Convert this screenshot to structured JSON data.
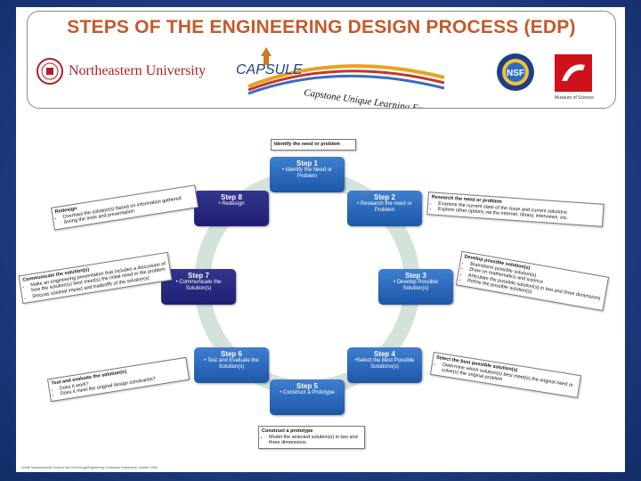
{
  "banner": {
    "title": "STEPS OF THE ENGINEERING DESIGN PROCESS (EDP)",
    "university": "Northeastern University",
    "capsule_name": "CAPSULE",
    "capsule_tagline": "Capstone Unique Learning Experience",
    "nsf_label": "NSF",
    "museum_label": "Museum of Science"
  },
  "steps": [
    {
      "number": "Step 1",
      "text": "• Identify the Need or Problem"
    },
    {
      "number": "Step 2",
      "text": "• Research the need or Problem"
    },
    {
      "number": "Step 3",
      "text": "• Develop Possible Solution(s)"
    },
    {
      "number": "Step 4",
      "text": "•Select the Best Possible Solutions(s)"
    },
    {
      "number": "Step 5",
      "text": "• Construct a Prototype"
    },
    {
      "number": "Step 6",
      "text": "• Test and Evaluate the Solution(s)"
    },
    {
      "number": "Step 7",
      "text": "• Communicate the Solution(s)"
    },
    {
      "number": "Step 8",
      "text": "• Redesign"
    }
  ],
  "notes": {
    "identify": {
      "head": "Identify the need or problem"
    },
    "research": {
      "head": "Research the need or problem",
      "items": [
        "Examine the current state of the issue and current solutions",
        "Explore other options via the internet, library, interviews, etc."
      ]
    },
    "develop": {
      "head": "Develop possible solution(s)",
      "items": [
        "Brainstorm possible solution(s)",
        "Draw on mathematics and science",
        "Articulate the possible solution(s) in two and three dimensions",
        "Refine the possible solution(s)"
      ]
    },
    "select": {
      "head": "Select the best possible solution(s)",
      "items": [
        "Determine which solution(s) best meet(s) the original need or solve(s) the original problem"
      ]
    },
    "construct": {
      "head": "Construct a prototype",
      "items": [
        "Model the selected solution(s) in two and three dimensions"
      ]
    },
    "test": {
      "head": "Test and evaluate the solution(s)",
      "items": [
        "Does it work?",
        "Does it meet the original design constraints?"
      ]
    },
    "communicate": {
      "head": "Communicate the solution(s)",
      "items": [
        "Make an engineering presentation that includes a discussion of how the solution(s) best meet(s) the initial need or the problem",
        "Discuss societal impact and tradeoffs of the solution(s)"
      ]
    },
    "redesign": {
      "head": "Redesign",
      "items": [
        "Overhaul the solution(s) based on information gathered during the tests and presentation"
      ]
    }
  },
  "credit": "Credit: Massachusetts Science and Technology/Engineering Curriculum Framework, October 2006",
  "colors": {
    "title_orange": "#c45a2a",
    "step_blue": "#2a6cc0",
    "step_dark": "#28297e",
    "cycle_arrow": "#c9dbd2",
    "background": "#1f3f86"
  }
}
